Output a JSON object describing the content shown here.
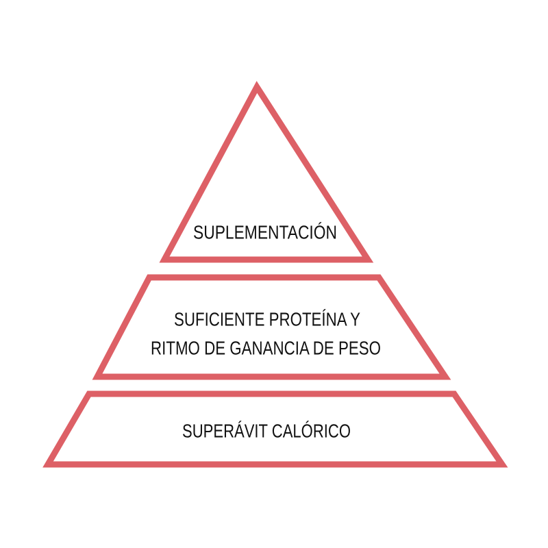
{
  "diagram": {
    "type": "pyramid",
    "stroke_color": "#dd6066",
    "text_color": "#111111",
    "tiers": [
      {
        "lines": [
          "SUPLEMENTACIÓN"
        ]
      },
      {
        "lines": [
          "SUFICIENTE PROTEÍNA Y",
          "RITMO DE GANANCIA DE PESO"
        ]
      },
      {
        "lines": [
          "SUPERÁVIT CALÓRICO"
        ]
      }
    ]
  }
}
